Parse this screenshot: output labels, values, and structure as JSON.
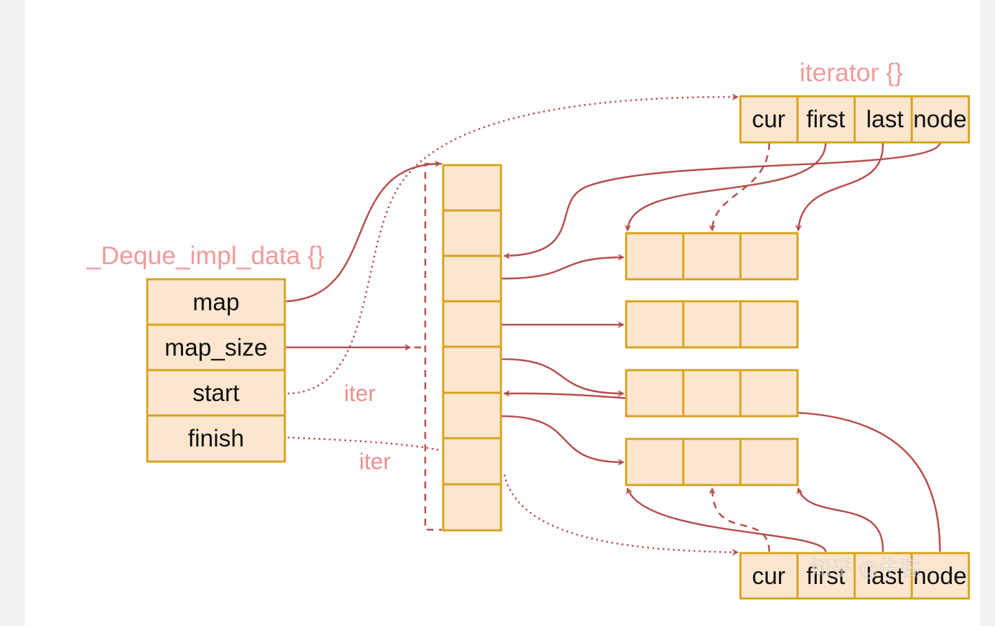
{
  "deque_struct": {
    "title": "_Deque_impl_data {}",
    "fields": [
      "map",
      "map_size",
      "start",
      "finish"
    ]
  },
  "iterator_struct": {
    "title": "iterator {}",
    "fields": [
      "cur",
      "first",
      "last",
      "node"
    ]
  },
  "finish_iterator": {
    "fields": [
      "cur",
      "first",
      "last",
      "node"
    ]
  },
  "iter_labels": [
    "iter",
    "iter"
  ],
  "watermark": "知乎 @牛客",
  "map_slot_count": 8,
  "buffer_count": 4,
  "buffer_cell_count": 3
}
